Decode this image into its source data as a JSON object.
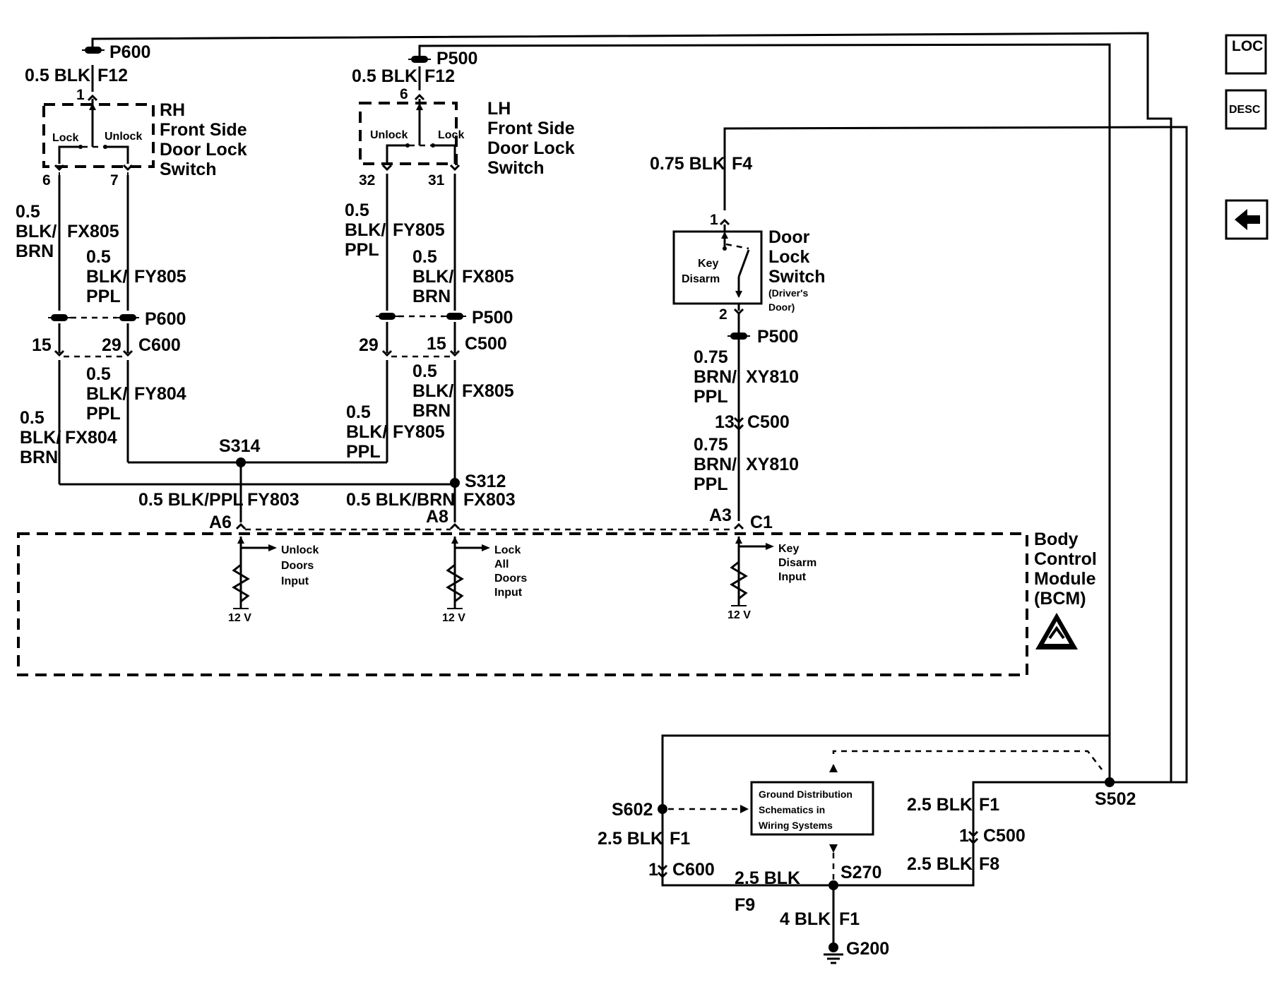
{
  "nav": {
    "loc_label": "LOC",
    "desc_label": "DESC",
    "back_icon": "left-arrow-icon"
  },
  "rh_switch": {
    "title": [
      "RH",
      "Front Side",
      "Door Lock",
      "Switch"
    ],
    "lock": "Lock",
    "unlock": "Unlock",
    "pin_in": "1",
    "pin_lock": "6",
    "pin_unlock": "7",
    "feed_connector": "P600",
    "feed_wire": "0.5 BLK",
    "feed_circuit": "F12"
  },
  "lh_switch": {
    "title": [
      "LH",
      "Front Side",
      "Door Lock",
      "Switch"
    ],
    "lock": "Lock",
    "unlock": "Unlock",
    "pin_in": "6",
    "pin_unlock": "32",
    "pin_lock": "31",
    "feed_connector": "P500",
    "feed_wire": "0.5 BLK",
    "feed_circuit": "F12"
  },
  "rh_wires": {
    "w1": [
      "0.5",
      "BLK/",
      "BRN"
    ],
    "w1_circuit": "FX805",
    "w2": [
      "0.5",
      "BLK/",
      "PPL"
    ],
    "w2_circuit": "FY805",
    "connector_p": "P600",
    "connector_c": "C600",
    "pin_a": "15",
    "pin_b": "29",
    "w3": [
      "0.5",
      "BLK/",
      "PPL"
    ],
    "w3_circuit": "FY804",
    "w4": [
      "0.5",
      "BLK/",
      "BRN"
    ],
    "w4_circuit": "FX804"
  },
  "lh_wires": {
    "w1": [
      "0.5",
      "BLK/",
      "PPL"
    ],
    "w1_circuit": "FY805",
    "w2": [
      "0.5",
      "BLK/",
      "BRN"
    ],
    "w2_circuit": "FX805",
    "connector_p": "P500",
    "connector_c": "C500",
    "pin_a": "29",
    "pin_b": "15",
    "w3": [
      "0.5",
      "BLK/",
      "BRN"
    ],
    "w3_circuit": "FX805",
    "w4": [
      "0.5",
      "BLK/",
      "PPL"
    ],
    "w4_circuit": "FY805"
  },
  "splices": {
    "s314": "S314",
    "s312": "S312",
    "s602": "S602",
    "s502": "S502",
    "s270": "S270"
  },
  "bcm_feeds": {
    "a6_wire": "0.5 BLK/PPL",
    "a6_circuit": "FY803",
    "a6_pin": "A6",
    "a8_wire": "0.5 BLK/BRN",
    "a8_circuit": "FX803",
    "a8_pin": "A8",
    "a3_pin": "A3",
    "c1": "C1"
  },
  "door_lock_switch": {
    "feed_wire": "0.75 BLK",
    "feed_circuit": "F4",
    "pin_in": "1",
    "pin_out": "2",
    "title": [
      "Door",
      "Lock",
      "Switch"
    ],
    "subtitle": [
      "(Driver's",
      "Door)"
    ],
    "key_disarm": [
      "Key",
      "Disarm"
    ],
    "connector_p": "P500",
    "w1": [
      "0.75",
      "BRN/",
      "PPL"
    ],
    "w1_circuit": "XY810",
    "c500_pin": "13",
    "c500": "C500",
    "w2": [
      "0.75",
      "BRN/",
      "PPL"
    ],
    "w2_circuit": "XY810"
  },
  "bcm": {
    "title": [
      "Body",
      "Control",
      "Module",
      "(BCM)"
    ],
    "esd_icon": "esd-warning-icon",
    "inputs": [
      {
        "label": [
          "Unlock",
          "Doors",
          "Input"
        ],
        "voltage": "12 V"
      },
      {
        "label": [
          "Lock",
          "All",
          "Doors",
          "Input"
        ],
        "voltage": "12 V"
      },
      {
        "label": [
          "Key",
          "Disarm",
          "Input"
        ],
        "voltage": "12 V"
      }
    ]
  },
  "ground": {
    "s602_wire": "2.5 BLK",
    "s602_circuit": "F1",
    "c600_pin": "1",
    "c600": "C600",
    "bottom_wire": "2.5 BLK",
    "bottom_circuit": "F9",
    "right_wire1": "2.5 BLK",
    "right_circuit1": "F1",
    "c500_pin": "1",
    "c500": "C500",
    "right_wire2": "2.5 BLK",
    "right_circuit2": "F8",
    "g_wire": "4 BLK",
    "g_circuit": "F1",
    "g200": "G200",
    "box": [
      "Ground Distribution",
      "Schematics in",
      "Wiring Systems"
    ]
  }
}
